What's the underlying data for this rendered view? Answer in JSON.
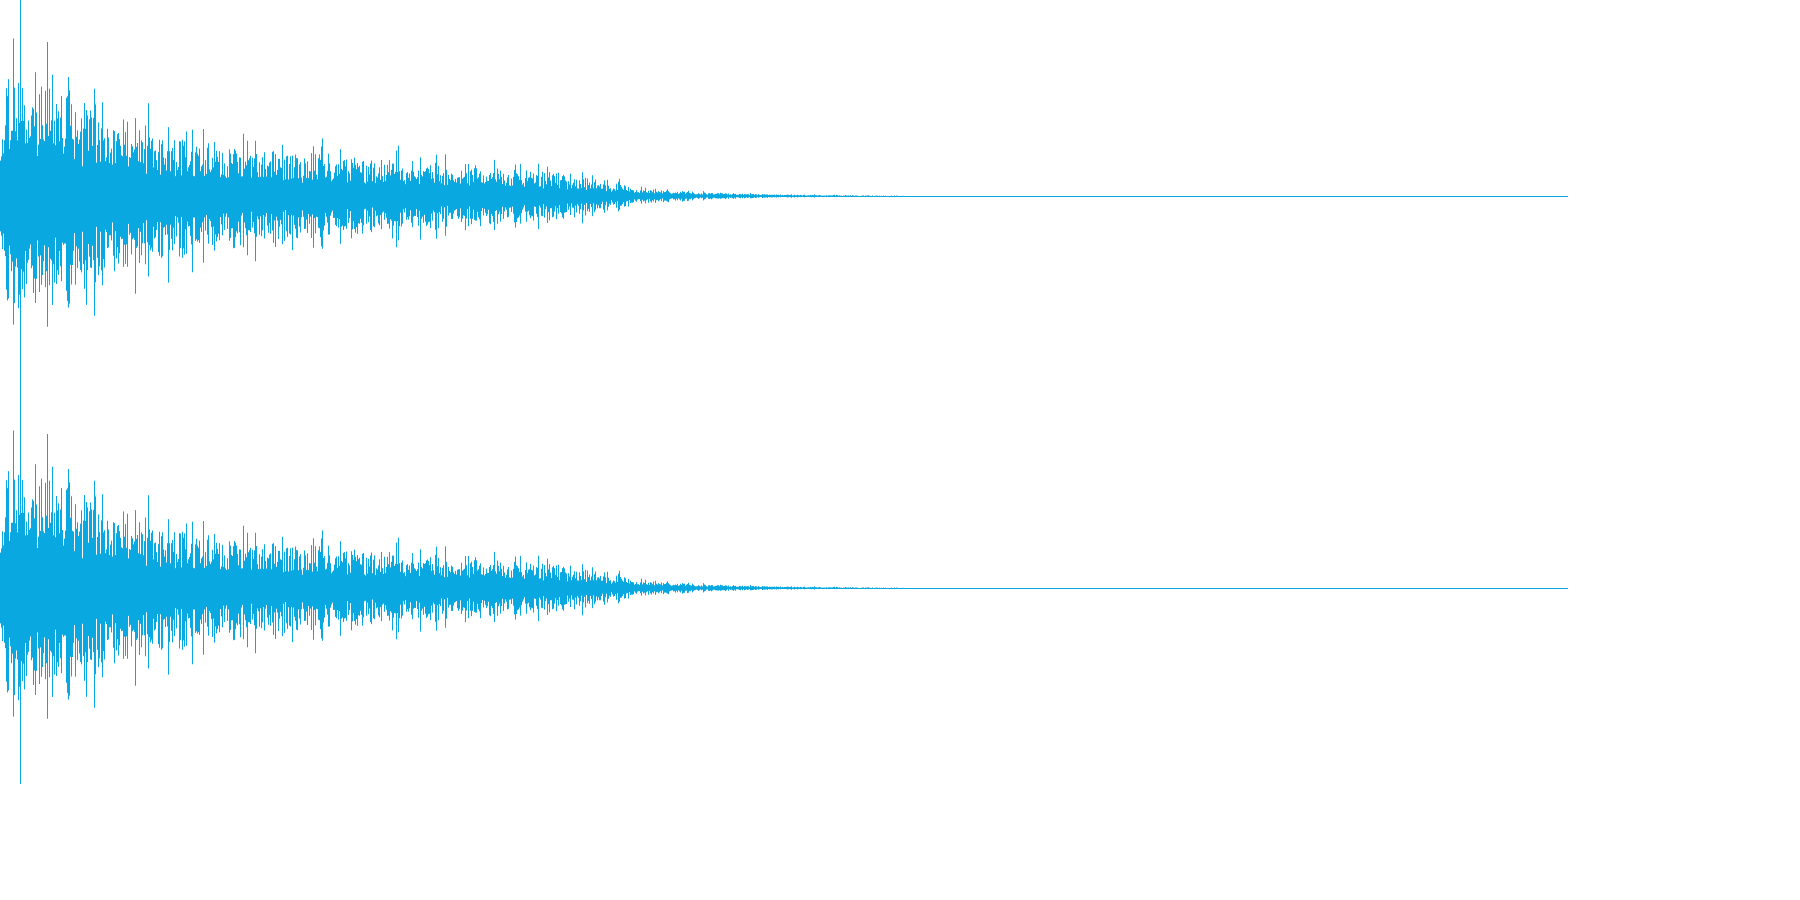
{
  "waveform": {
    "color": "#0aa8e0",
    "background": "#ffffff",
    "channels": [
      {
        "name": "",
        "role": "left"
      },
      {
        "name": "",
        "role": "right"
      }
    ],
    "playhead_time_fraction": 0.013,
    "audible_end_fraction": 0.54,
    "envelope_peaks": [
      0.9,
      0.98,
      0.86,
      0.82,
      0.74,
      0.66,
      0.6,
      0.55,
      0.5,
      0.46,
      0.44,
      0.42,
      0.4,
      0.38,
      0.36,
      0.34,
      0.33,
      0.32,
      0.3,
      0.29,
      0.28,
      0.27,
      0.26,
      0.25,
      0.25,
      0.24,
      0.23,
      0.22,
      0.21,
      0.2,
      0.18,
      0.16,
      0.13,
      0.1,
      0.08,
      0.06,
      0.05,
      0.04,
      0.03,
      0.025,
      0.02,
      0.015,
      0.012,
      0.01,
      0.008,
      0.006,
      0.005,
      0.004,
      0.003,
      0.002
    ]
  }
}
